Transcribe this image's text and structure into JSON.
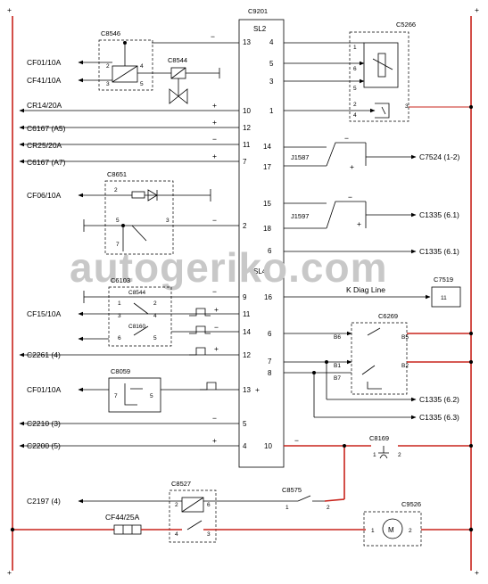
{
  "watermark": "autogeriko.com",
  "rails": {
    "left_sign": "+",
    "right_sign": "+"
  },
  "modules": {
    "main": "C9201",
    "upper_block": "SL2",
    "lower_block": "SL4"
  },
  "left_labels": [
    "CF01/10A",
    "CF41/10A",
    "CR14/20A",
    "C6167 (A5)",
    "CR25/20A",
    "C6167 (A7)",
    "CF06/10A",
    "CF15/10A",
    "C2261 (4)",
    "CF01/10A",
    "C2210 (3)",
    "C2200 (5)",
    "C2197 (4)",
    "CF44/25A"
  ],
  "components": [
    "C8546",
    "C8544",
    "C8651",
    "C6103",
    "C8544",
    "C8160",
    "C8059",
    "C8527",
    "C5266",
    "J1587",
    "J1597",
    "C7519",
    "C6269",
    "C8169",
    "C8575",
    "C9526"
  ],
  "right_labels": [
    "C7524 (1-2)",
    "C1335 (6.1)",
    "C1335 (6.1)",
    "K Diag Line",
    "C1335 (6.2)",
    "C1335 (6.3)"
  ],
  "pins_left_upper": [
    "13",
    "10",
    "12",
    "11",
    "7",
    "2"
  ],
  "pins_right_upper": [
    "4",
    "5",
    "3",
    "1",
    "14",
    "17",
    "15",
    "18",
    "6"
  ],
  "pins_left_lower": [
    "9",
    "11",
    "14",
    "12",
    "13",
    "5",
    "4"
  ],
  "pins_right_lower": [
    "16",
    "6",
    "7",
    "8",
    "10"
  ],
  "misc_pins": [
    "1",
    "2",
    "3",
    "4",
    "5",
    "6",
    "7",
    "11",
    "B1",
    "B5",
    "B6",
    "B7",
    "B2",
    "+",
    "−"
  ]
}
